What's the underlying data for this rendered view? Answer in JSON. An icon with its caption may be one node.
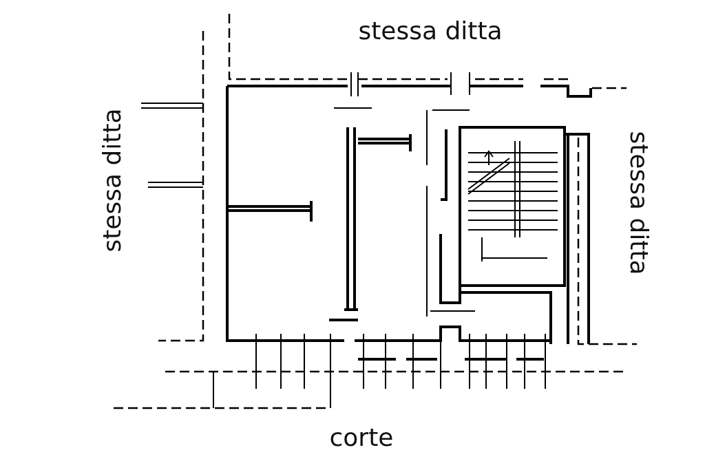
{
  "diagram": {
    "labels": [
      "stessa ditta",
      "stessa ditta",
      "stessa ditta",
      "corte"
    ]
  }
}
